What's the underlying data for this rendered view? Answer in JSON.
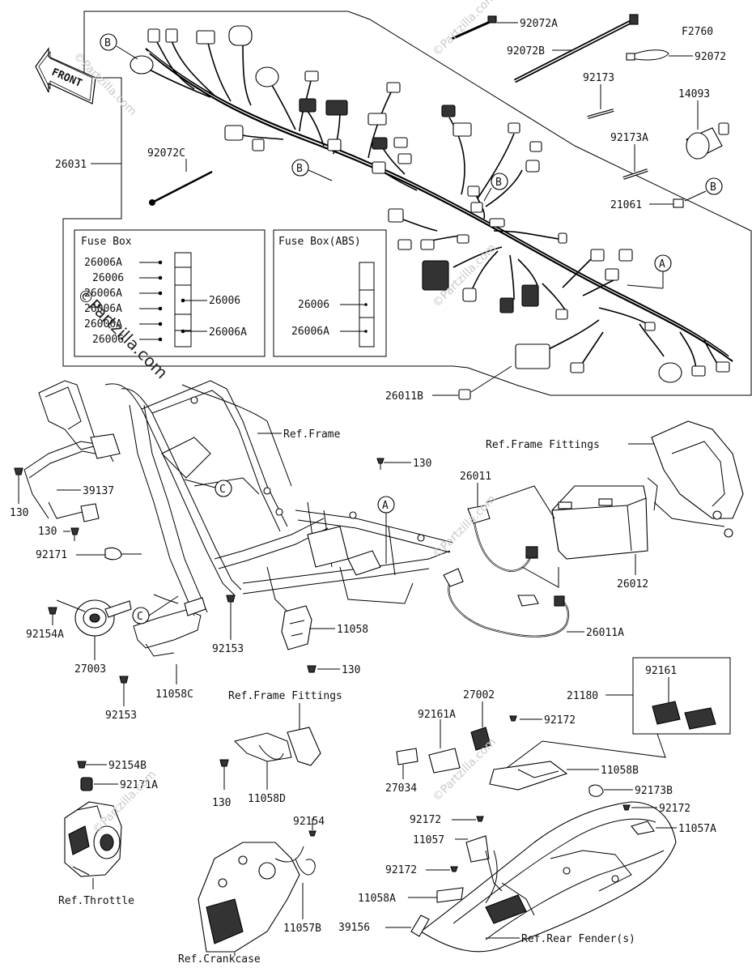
{
  "diagram": {
    "ref_code": "F2760",
    "watermark": "©Partzilla.com",
    "front_arrow": "FRONT",
    "parts": {
      "p92072A": "92072A",
      "p92072B": "92072B",
      "p92072": "92072",
      "p92173": "92173",
      "p14093": "14093",
      "p92173A": "92173A",
      "p21061": "21061",
      "p26031": "26031",
      "p92072C": "92072C",
      "p26011B": "26011B",
      "p39137": "39137",
      "p130_a": "130",
      "p130_b": "130",
      "p130_c": "130",
      "p130_d": "130",
      "p130_e": "130",
      "p92171": "92171",
      "p92154A": "92154A",
      "p27003": "27003",
      "p92153_a": "92153",
      "p92153_b": "92153",
      "p11058C": "11058C",
      "p11058": "11058",
      "p26011": "26011",
      "p26012": "26012",
      "p26011A": "26011A",
      "p92161": "92161",
      "p21180": "21180",
      "p27002": "27002",
      "p92161A": "92161A",
      "p92172_a": "92172",
      "p92172_b": "92172",
      "p92172_c": "92172",
      "p92172_d": "92172",
      "p11058B": "11058B",
      "p27034": "27034",
      "p92173B": "92173B",
      "p11057A": "11057A",
      "p11057": "11057",
      "p11058A": "11058A",
      "p39156": "39156",
      "p11058D": "11058D",
      "p92154": "92154",
      "p11057B": "11057B",
      "p92154B": "92154B",
      "p92171A": "92171A"
    },
    "refs": {
      "frame": "Ref.Frame",
      "frame_fittings_1": "Ref.Frame Fittings",
      "frame_fittings_2": "Ref.Frame Fittings",
      "throttle": "Ref.Throttle",
      "crankcase": "Ref.Crankcase",
      "rear_fender": "Ref.Rear Fender(s)"
    },
    "callouts": {
      "b1": "B",
      "b2": "B",
      "b3": "B",
      "b4": "B",
      "a1": "A",
      "a2": "A",
      "c1": "C",
      "c2": "C"
    },
    "fuse_box": {
      "title": "Fuse Box",
      "labels": [
        "26006A",
        "26006",
        "26006A",
        "26006A",
        "26006A",
        "26006"
      ],
      "right_labels": [
        "26006",
        "26006A"
      ]
    },
    "fuse_box_abs": {
      "title": "Fuse Box(ABS)",
      "labels": [
        "26006",
        "26006A"
      ]
    }
  }
}
